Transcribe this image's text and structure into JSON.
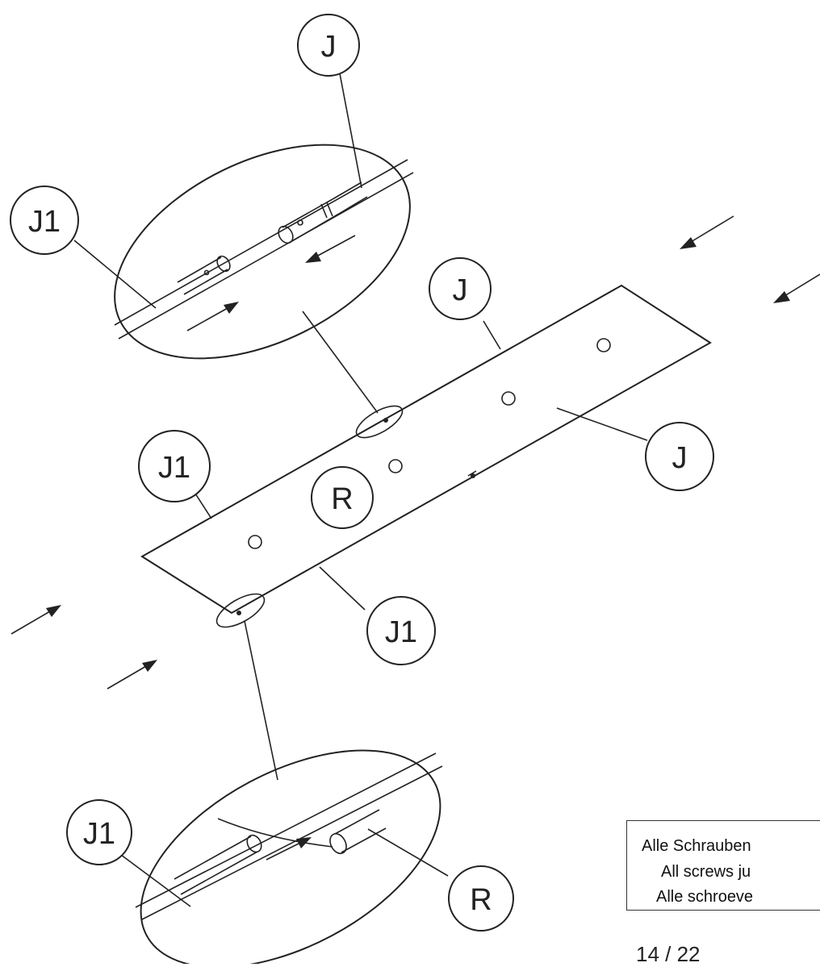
{
  "labels": {
    "top_callout_j": "J",
    "top_callout_j1": "J1",
    "plate_top_j": "J",
    "plate_right_j": "J",
    "plate_left_j1": "J1",
    "plate_center_r": "R",
    "plate_bottom_j1": "J1",
    "bottom_callout_j1": "J1",
    "bottom_callout_r": "R"
  },
  "note": {
    "line_de": "Alle Schrauben",
    "line_en": "All screws ju",
    "line_nl": "Alle schroeve"
  },
  "page_number": "14 / 22"
}
